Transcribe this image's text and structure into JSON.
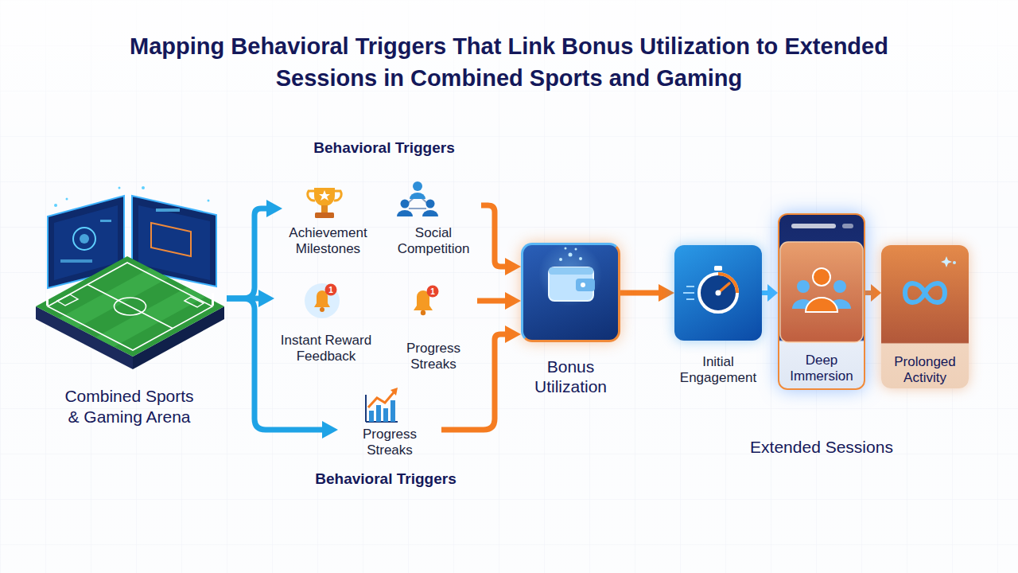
{
  "diagram": {
    "title": "Mapping Behavioral Triggers That Link Bonus Utilization to Extended Sessions in Combined Sports and Gaming",
    "nodes": [
      {
        "text": [
          "Combined Sports & Gaming Arena"
        ]
      },
      {
        "text": [
          "Achievement Milestones"
        ]
      },
      {
        "text": [
          "Social Competition"
        ]
      },
      {
        "text": [
          "Instant Reward Feedback"
        ]
      },
      {
        "text": [
          "Progress Streaks"
        ]
      },
      {
        "text": [
          "Progress Streaks"
        ]
      },
      {
        "text": [
          "Bonus Utilization"
        ]
      },
      {
        "text": [
          "Initial Engagement"
        ]
      },
      {
        "text": [
          "Deep Immersion"
        ]
      },
      {
        "text": [
          "Prolonged Activity"
        ]
      }
    ],
    "edges": [
      {
        "from": 0,
        "to": 1,
        "arrow": "to"
      },
      {
        "from": 0,
        "to": 3,
        "arrow": "to"
      },
      {
        "from": 0,
        "to": 5,
        "arrow": "to"
      },
      {
        "from": 2,
        "to": 6,
        "arrow": "to"
      },
      {
        "from": 4,
        "to": 6,
        "arrow": "to"
      },
      {
        "from": 5,
        "to": 6,
        "arrow": "to"
      },
      {
        "from": 6,
        "to": 7,
        "arrow": "to"
      },
      {
        "from": 7,
        "to": 8,
        "arrow": "to"
      },
      {
        "from": 8,
        "to": 9,
        "arrow": "to"
      }
    ],
    "labels": [
      "Behavioral Triggers",
      "1",
      "1",
      "Behavioral Triggers",
      "Extended Sessions"
    ]
  }
}
